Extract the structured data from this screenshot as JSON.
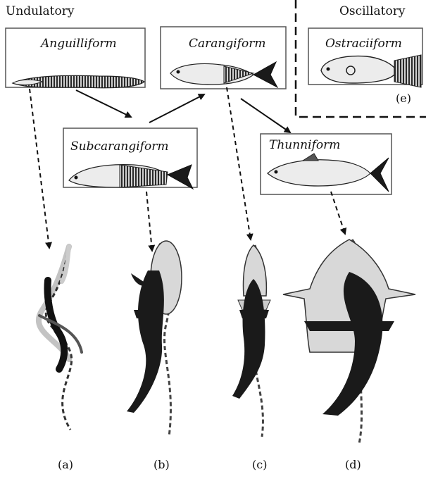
{
  "groups": {
    "undulatory": "Undulatory",
    "oscillatory": "Oscillatory"
  },
  "modes": {
    "anguilliform": "Anguilliform",
    "carangiform": "Carangiform",
    "ostraciiform": "Ostraciiform",
    "subcarangiform": "Subcarangiform",
    "thunniform": "Thunniform"
  },
  "panels": {
    "a": "(a)",
    "b": "(b)",
    "c": "(c)",
    "d": "(d)",
    "e": "(e)"
  },
  "colors": {
    "ink": "#111111",
    "box": "#555555",
    "fish_light": "#d8d8d8",
    "fish_dark": "#1a1a1a"
  }
}
